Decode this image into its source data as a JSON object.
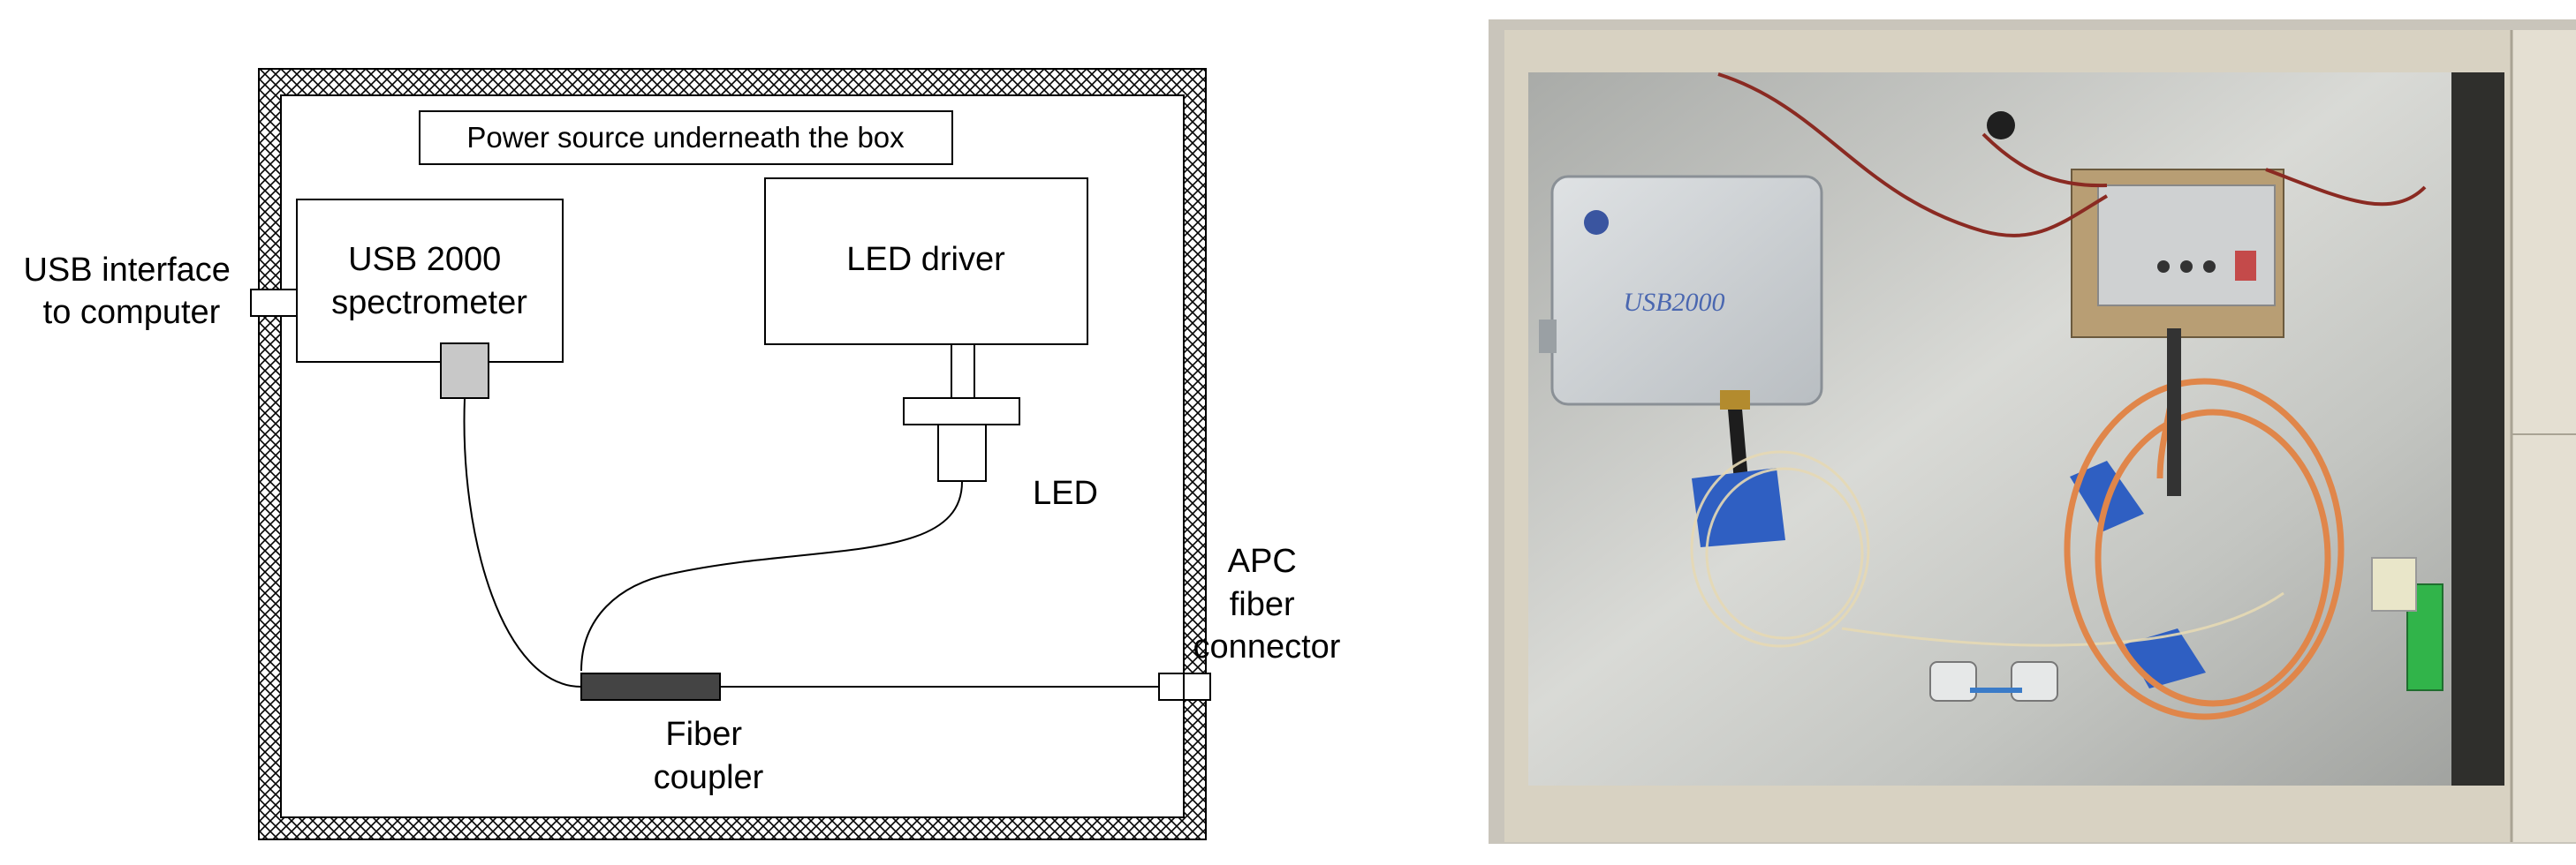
{
  "diagram": {
    "power_label": "Power source underneath the box",
    "usb_interface_label": [
      "USB interface",
      "to computer"
    ],
    "spectrometer_label": [
      "USB 2000",
      "spectrometer"
    ],
    "led_driver_label": "LED driver",
    "led_label": "LED",
    "apc_label": [
      "APC",
      "fiber",
      "connector"
    ],
    "coupler_label": [
      "Fiber",
      "coupler"
    ]
  },
  "photo": {
    "device_brand": "USB2000"
  },
  "colors": {
    "line": "#000000",
    "box_fill": "#ffffff",
    "port_gray": "#c8c8c8",
    "coupler_dark": "#444444",
    "panel_metal": "#bfc1bd",
    "frame_beige": "#d8d2c2",
    "orange_cable": "#e0864a",
    "blue_tape": "#2f5fc2",
    "green_connector": "#31b44a"
  }
}
